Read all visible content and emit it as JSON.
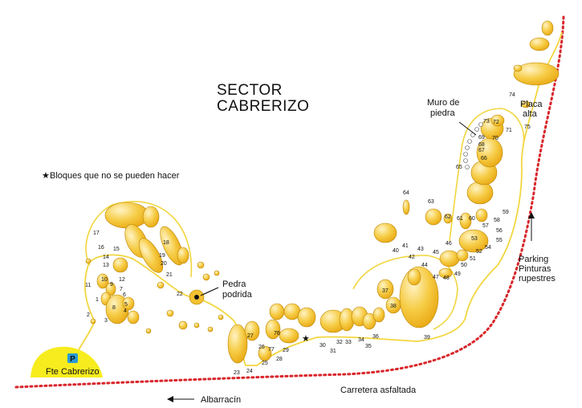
{
  "title_lines": [
    "SECTOR",
    "CABRERIZO"
  ],
  "legend": {
    "symbol": "★",
    "text": "Bloques que no se pueden hacer"
  },
  "labels": {
    "pedra_podrida": [
      "Pedra",
      "podrida"
    ],
    "muro_de_piedra": [
      "Muro de",
      "piedra"
    ],
    "placa_alta": [
      "Placa",
      "alta"
    ],
    "parking": [
      "Parking",
      "Pinturas",
      "rupestres"
    ],
    "fte_cabrerizo": "Fte Cabrerizo",
    "parking_sign": "P",
    "albarracin": "Albarracín",
    "carretera": "Carretera asfaltada"
  },
  "colors": {
    "boulder": "#f3c230",
    "boulder_light": "#fff3c4",
    "path": "#f2d640",
    "road": "#d8262b",
    "parking_badge": "#2a9bd6",
    "parking_zone": "#f7ec1e"
  },
  "numbers": [
    "1",
    "2",
    "3",
    "4",
    "5",
    "6",
    "7",
    "8",
    "9",
    "10",
    "11",
    "12",
    "13",
    "14",
    "15",
    "16",
    "17",
    "18",
    "19",
    "20",
    "21",
    "22",
    "23",
    "24",
    "25",
    "26",
    "27",
    "28",
    "29",
    "30",
    "31",
    "32",
    "33",
    "34",
    "35",
    "36",
    "37",
    "38",
    "39",
    "40",
    "41",
    "42",
    "43",
    "44",
    "45",
    "46",
    "47",
    "48",
    "49",
    "50",
    "51",
    "52",
    "53",
    "54",
    "55",
    "56",
    "57",
    "58",
    "59",
    "60",
    "61",
    "62",
    "63",
    "64",
    "65",
    "66",
    "67",
    "68",
    "69",
    "70",
    "71",
    "72",
    "73",
    "74",
    "75",
    "76",
    "77"
  ]
}
